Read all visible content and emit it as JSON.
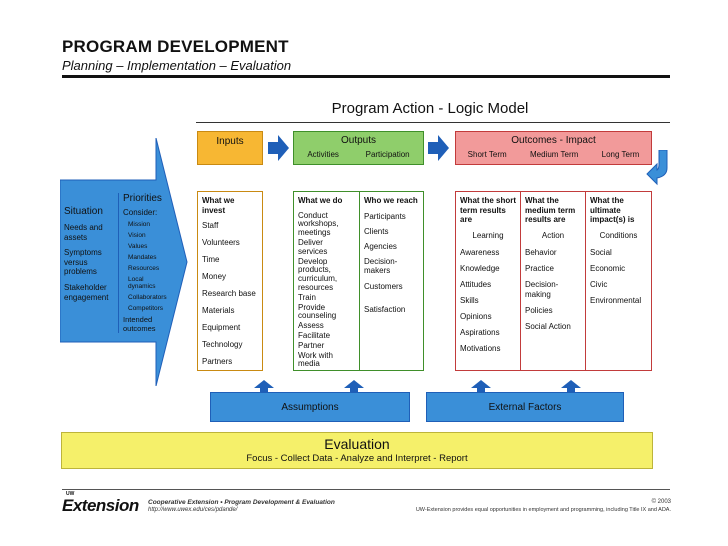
{
  "header": {
    "title": "PROGRAM DEVELOPMENT",
    "subtitle": "Planning – Implementation – Evaluation"
  },
  "logic_model_title": "Program Action - Logic Model",
  "inputs": {
    "header": "Inputs",
    "column_heading": "What we invest",
    "items": [
      "Staff",
      "Volunteers",
      "Time",
      "Money",
      "Research base",
      "Materials",
      "Equipment",
      "Technology",
      "Partners"
    ]
  },
  "outputs": {
    "header": "Outputs",
    "sub_labels": [
      "Activities",
      "Participation"
    ],
    "activities_heading": "What we do",
    "activities": [
      "Conduct\n   workshops,\n   meetings",
      "Deliver\n   services",
      "Develop\n   products,\n   curriculum,\n   resources",
      "Train",
      "Provide\n   counseling",
      "Assess",
      "Facilitate",
      "Partner",
      "Work with\n   media"
    ],
    "participation_heading": "Who we reach",
    "participation": [
      "Participants",
      "Clients",
      "Agencies",
      "Decision-\n   makers",
      "Customers",
      "Satisfaction"
    ]
  },
  "outcomes": {
    "header": "Outcomes - Impact",
    "sub_labels": [
      "Short Term",
      "Medium Term",
      "Long Term"
    ],
    "short": {
      "heading": "What the short term results are",
      "sub": "Learning",
      "items": [
        "Awareness",
        "Knowledge",
        "Attitudes",
        "Skills",
        "Opinions",
        "Aspirations",
        "Motivations"
      ]
    },
    "medium": {
      "heading": "What the medium term results are",
      "sub": "Action",
      "items": [
        "Behavior",
        "Practice",
        "Decision-\n   making",
        "Policies",
        "Social Action"
      ]
    },
    "long": {
      "heading": "What the ultimate impact(s) is",
      "sub": "Conditions",
      "items": [
        "Social",
        "Economic",
        "Civic",
        "Environmental"
      ]
    }
  },
  "situation": {
    "heading": "Situation",
    "items": [
      "Needs and assets",
      "Symptoms versus problems",
      "Stakeholder engagement"
    ]
  },
  "priorities": {
    "heading": "Priorities",
    "consider": "Consider:",
    "items": [
      "Mission",
      "Vision",
      "Values",
      "Mandates",
      "Resources",
      "Local dynamics",
      "Collaborators",
      "Competitors"
    ],
    "footer": "Intended outcomes"
  },
  "assumptions": "Assumptions",
  "external_factors": "External Factors",
  "evaluation": {
    "title": "Evaluation",
    "subtitle": "Focus - Collect Data - Analyze and Interpret - Report"
  },
  "footer": {
    "logo_text": "Extension",
    "logo_small": "UW",
    "line1": "Cooperative Extension • Program Development & Evaluation",
    "line2": "http://www.uwex.edu/ces/pdande/",
    "copyright": "© 2003",
    "notice": "UW-Extension provides equal opportunities in employment and programming, including Title IX and ADA."
  },
  "colors": {
    "inputs_fill": "#f7b733",
    "inputs_border": "#c98a12",
    "outputs_fill": "#8fce6b",
    "outputs_border": "#3f8f2a",
    "outcomes_fill": "#f29a9a",
    "outcomes_border": "#c23b3b",
    "blue": "#3a8fd8",
    "evaluation_fill": "#f5f06a"
  }
}
